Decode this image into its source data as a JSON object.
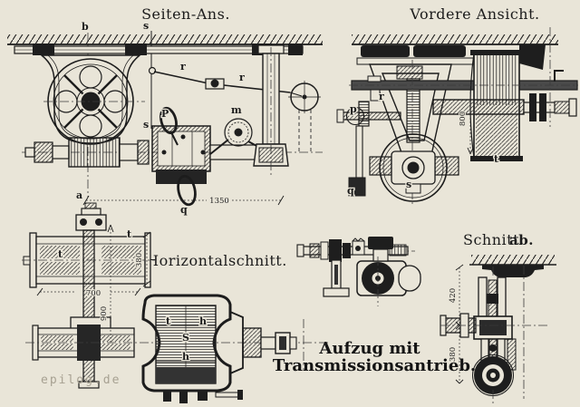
{
  "page": {
    "caption": {
      "line1": "Aufzug mit",
      "line2": "Transmissionsantrieb."
    },
    "watermark": "epilog.de",
    "colors": {
      "paper": "#e9e5d8",
      "ink": "#1c1c1c",
      "watermark_gray": "#a7a192"
    }
  },
  "views": {
    "side": {
      "title": "Seiten-Ans.",
      "labels": {
        "b": "b",
        "s_top": "s",
        "s_bottom": "s",
        "r_left": "r",
        "r_right": "r",
        "p_pawl": "P",
        "m_ratchet": "m",
        "a_mark": "a",
        "q_link": "q"
      },
      "dims": {
        "width": "1350"
      }
    },
    "front": {
      "title": "Vordere Ansicht.",
      "labels": {
        "r": "r",
        "p": "p",
        "q": "q",
        "s": "s",
        "t": "t"
      },
      "dims": {
        "height": "800"
      }
    },
    "horizontal": {
      "title": "Horizontalschnitt.",
      "labels": {
        "t_left": "t",
        "t_right": "t",
        "t_gear": "t",
        "h_upper": "h",
        "s_worm": "S",
        "h_lower": "h"
      },
      "dims": {
        "pulley_width": "700",
        "shaft_drop": "900",
        "pulley_dia": "380"
      }
    },
    "section_ab": {
      "title_prefix": "Schnitt",
      "title_mark": "ab.",
      "dims": {
        "upper": "420",
        "lower": "380"
      }
    }
  }
}
